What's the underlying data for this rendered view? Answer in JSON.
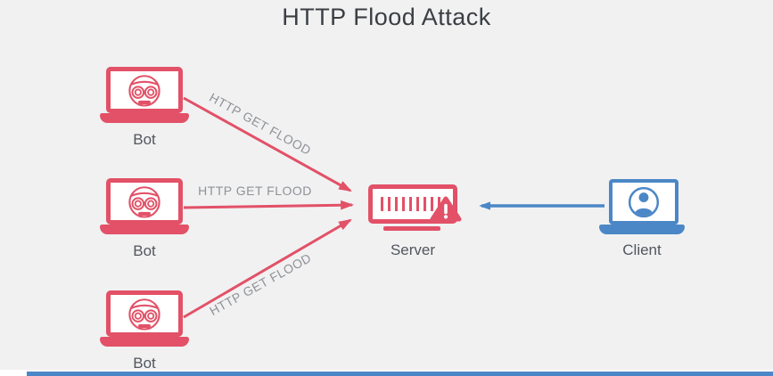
{
  "title": "HTTP Flood Attack",
  "colors": {
    "attack_red": "#e25167",
    "client_blue": "#4b87c6",
    "node_label_gray": "#52565c",
    "flow_label_gray": "#8f9296",
    "canvas_bg": "#f1f1f2",
    "title_color": "#3b3e43"
  },
  "nodes": {
    "bots": [
      {
        "label": "Bot"
      },
      {
        "label": "Bot"
      },
      {
        "label": "Bot"
      }
    ],
    "server": {
      "label": "Server"
    },
    "client": {
      "label": "Client"
    }
  },
  "flows": {
    "bot_to_server": [
      {
        "label": "HTTP GET FLOOD"
      },
      {
        "label": "HTTP GET FLOOD"
      },
      {
        "label": "HTTP GET FLOOD"
      }
    ]
  }
}
